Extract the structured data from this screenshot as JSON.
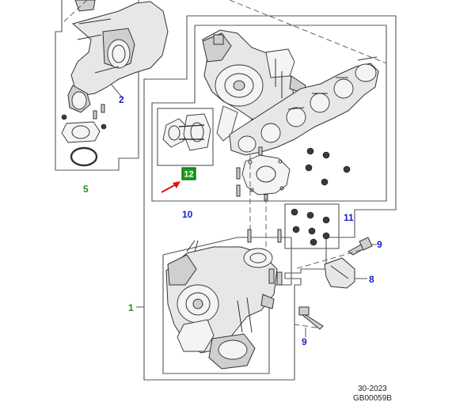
{
  "callouts": {
    "c1": "1",
    "c2": "2",
    "c5": "5",
    "c8": "8",
    "c9a": "9",
    "c9b": "9",
    "c10": "10",
    "c11": "11",
    "c12": "12"
  },
  "footer": {
    "line1": "30-2023",
    "line2": "GB00059B"
  },
  "colors": {
    "callout_blue": "#1c1ccf",
    "callout_green": "#1f8f1f",
    "highlight_badge": "#1aa01a",
    "arrow_red": "#e01010"
  }
}
